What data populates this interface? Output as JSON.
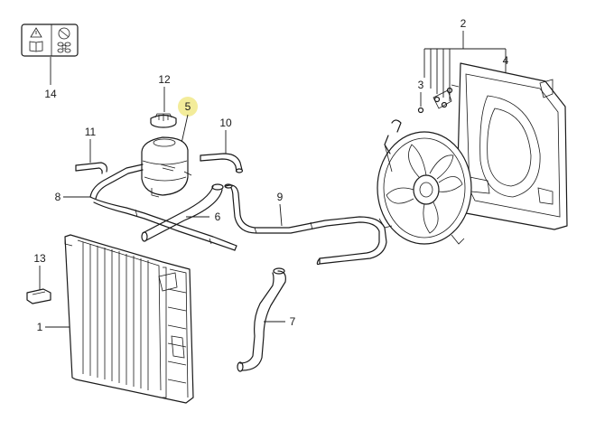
{
  "callouts": {
    "c1": "1",
    "c2": "2",
    "c3": "3",
    "c4": "4",
    "c5": "5",
    "c6": "6",
    "c7": "7",
    "c8": "8",
    "c9": "9",
    "c10": "10",
    "c11": "11",
    "c12": "12",
    "c13": "13",
    "c14": "14"
  },
  "colors": {
    "line": "#1a1a1a",
    "highlight": "#f3ec9a",
    "background": "#ffffff"
  },
  "icons": {
    "warning_label": [
      "warning-triangle-icon",
      "manual-book-icon",
      "fan-blade-icon",
      "no-touch-icon"
    ]
  }
}
